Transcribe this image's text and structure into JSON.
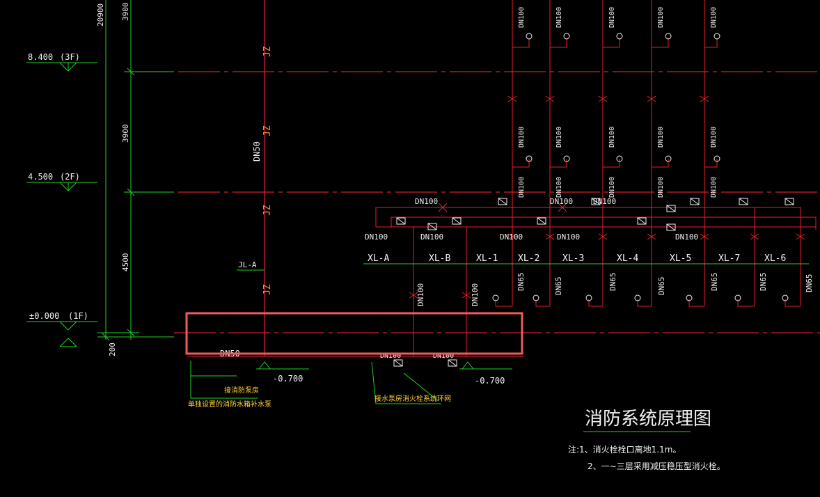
{
  "colors": {
    "background": "#000000",
    "pipe": "#e8202a",
    "grid": "#ff2b2b",
    "dim": "#22d422",
    "text_white": "#f2f2f2",
    "text_yellow": "#ffd23f",
    "text_orange": "#ff8c2a",
    "highlight": "#f25b5b"
  },
  "drawing": {
    "title": "消防系统原理图",
    "notes": [
      "注:1、消火栓栓口离地1.1m。",
      "2、一~三层采用减压稳压型消火栓。"
    ]
  },
  "levels": [
    {
      "elev": "8.400",
      "floor": "(3F)"
    },
    {
      "elev": "4.500",
      "floor": "(2F)"
    },
    {
      "elev": "±0.000",
      "floor": "(1F)"
    }
  ],
  "dimensions": {
    "total": "20900",
    "seg1": "3900",
    "seg2": "3900",
    "seg3": "4500",
    "base": "200"
  },
  "main_riser": {
    "tag": "JZ",
    "size": "DN50",
    "branch": "JL-A"
  },
  "risers": [
    "XL-A",
    "XL-B",
    "XL-1",
    "XL-2",
    "XL-3",
    "XL-4",
    "XL-5",
    "XL-7",
    "XL-6"
  ],
  "pipe_sizes": {
    "main": "DN100",
    "hydrant": "DN65",
    "inlet": "DN50"
  },
  "basement": {
    "elev_left": "-0.700",
    "elev_right": "-0.700",
    "note_left": [
      "接消防泵房",
      "单独设置的消防水箱补水泵"
    ],
    "note_right": "接水泵房消火栓系统环网"
  }
}
